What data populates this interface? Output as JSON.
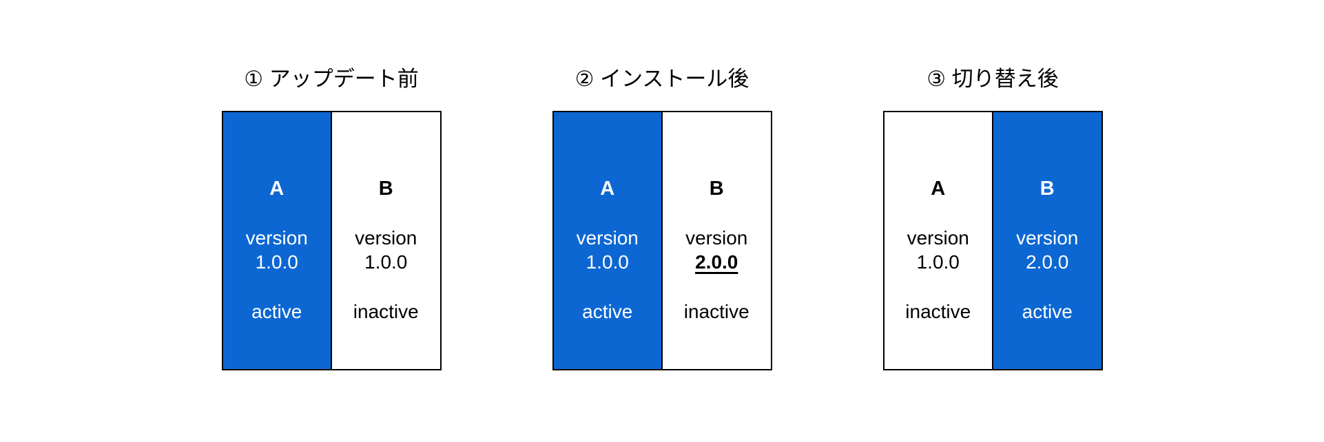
{
  "colors": {
    "active_fill": "#0d67d2",
    "active_text": "#ffffff",
    "text_color": "#000000",
    "border_color": "#000000"
  },
  "panels": [
    {
      "title": "① アップデート前",
      "slots": [
        {
          "label": "A",
          "version_word": "version",
          "version_number": "1.0.0",
          "status": "active",
          "state": "active",
          "version_emphasis": "normal"
        },
        {
          "label": "B",
          "version_word": "version",
          "version_number": "1.0.0",
          "status": "inactive",
          "state": "inactive",
          "version_emphasis": "normal"
        }
      ]
    },
    {
      "title": "② インストール後",
      "slots": [
        {
          "label": "A",
          "version_word": "version",
          "version_number": "1.0.0",
          "status": "active",
          "state": "active",
          "version_emphasis": "normal"
        },
        {
          "label": "B",
          "version_word": "version",
          "version_number": "2.0.0",
          "status": "inactive",
          "state": "inactive",
          "version_emphasis": "strong"
        }
      ]
    },
    {
      "title": "③ 切り替え後",
      "slots": [
        {
          "label": "A",
          "version_word": "version",
          "version_number": "1.0.0",
          "status": "inactive",
          "state": "inactive",
          "version_emphasis": "normal"
        },
        {
          "label": "B",
          "version_word": "version",
          "version_number": "2.0.0",
          "status": "active",
          "state": "active",
          "version_emphasis": "normal"
        }
      ]
    }
  ]
}
